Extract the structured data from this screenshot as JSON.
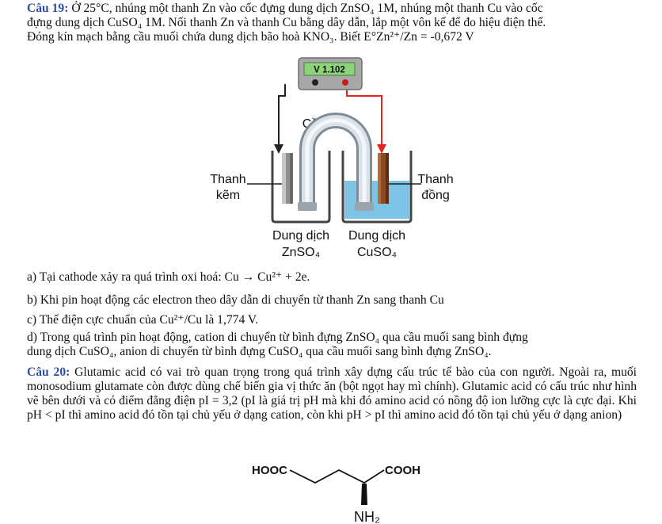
{
  "q19": {
    "label": "Câu 19:",
    "line1": "Ở 25°C, nhúng một thanh Zn vào cốc đựng dung dịch ZnSO₄ 1M, nhúng một thanh Cu vào cốc",
    "line2": "đựng dung dịch CuSO₄ 1M. Nối thanh Zn và thanh Cu bằng dây dẫn, lắp một vôn kế để đo hiệu điện thế.",
    "line3": "Đóng kín mạch bằng cầu muối chứa dung dịch bão hoà KNO₃. Biết E°Zn²⁺/Zn = -0,672 V",
    "figure": {
      "voltmeter": "V  1.102",
      "salt_bridge": "Cầu muối",
      "left_rod_1": "Thanh",
      "left_rod_2": "kẽm",
      "right_rod_1": "Thanh",
      "right_rod_2": "đồng",
      "left_sol_1": "Dung dịch",
      "left_sol_2": "ZnSO₄",
      "right_sol_1": "Dung dịch",
      "right_sol_2": "CuSO₄"
    },
    "a": "a) Tại cathode xảy ra quá trình oxi hoá: Cu → Cu²⁺ + 2e.",
    "b": "b) Khi pin hoạt động các electron theo dây dẫn di chuyển từ thanh Zn sang thanh Cu",
    "c": "c) Thế điện cực chuẩn của Cu²⁺/Cu là 1,774 V.",
    "d1": "d) Trong quá trình pin hoạt động, cation di chuyển từ bình đựng ZnSO₄ qua cầu muối sang bình đựng",
    "d2": "dung dịch CuSO₄, anion di chuyển từ bình đựng CuSO₄ qua cầu muối sang bình đựng ZnSO₄."
  },
  "q20": {
    "label": "Câu 20:",
    "text": "Glutamic acid có vai trò quan trọng trong quá trình xây dựng cấu trúc tế bào của con người. Ngoài ra, muối monosodium glutamate còn được dùng chế biến gia vị thức ăn (bột ngọt hay mì chính). Glutamic acid có cấu trúc như hình vẽ bên dưới và có điểm đẳng điện pI = 3,2 (pI là giá trị pH mà khi đó amino acid có nồng độ ion lưỡng cực là cực đại. Khi pH < pI thì amino acid đó tồn tại chủ yếu ở dạng cation, còn khi pH > pI thì amino acid đó tồn tại chủ yếu ở dạng anion)",
    "structure": {
      "left_group": "HOOC",
      "right_group": "COOH",
      "amine": "NH₂"
    }
  }
}
